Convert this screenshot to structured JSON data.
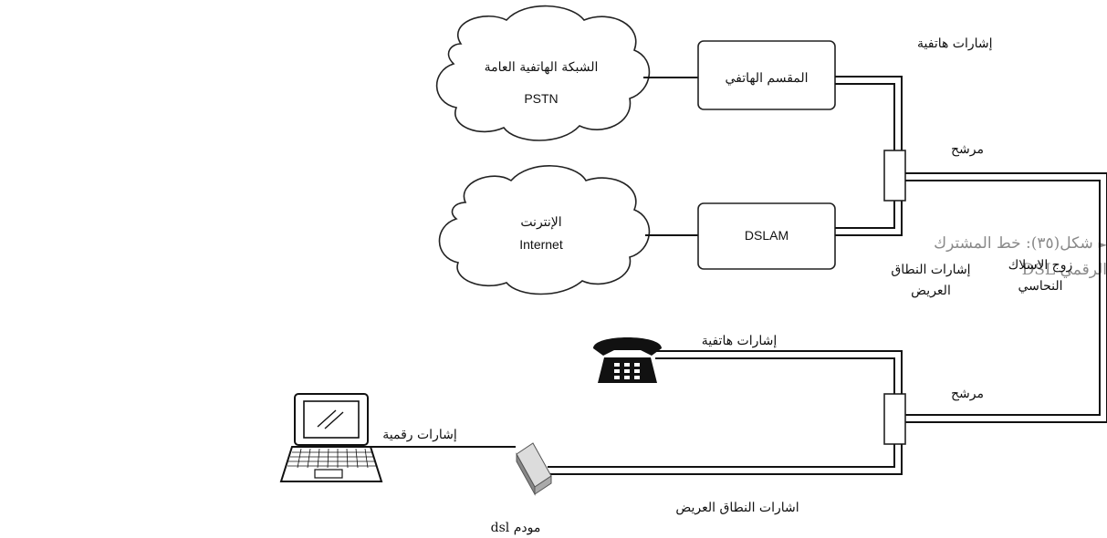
{
  "caption": {
    "line1": "شكل(٣٥): خط المشترك",
    "line2": "الرقمي DSL"
  },
  "clouds": {
    "pstn_ar": "الشبكة الهاتفية العامة",
    "pstn_en": "PSTN",
    "internet_ar": "الإنترنت",
    "internet_en": "Internet"
  },
  "boxes": {
    "exchange": "المقسم الهاتفي",
    "dslam": "DSLAM"
  },
  "labels": {
    "voice_top": "إشارات هاتفية",
    "filter_top": "مرشح",
    "broadband_1": "إشارات النطاق",
    "broadband_2": "العريض",
    "copper_1": "زوج الاسلاك",
    "copper_2": "النحاسي",
    "voice_bottom": "إشارات هاتفية",
    "filter_bottom": "مرشح",
    "digital": "إشارات رقمية",
    "broadband_bottom": "اشارات النطاق العريض",
    "modem": "مودم dsl"
  }
}
